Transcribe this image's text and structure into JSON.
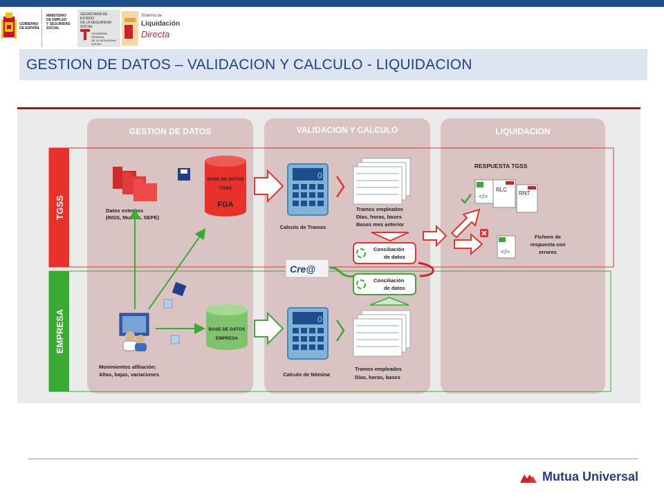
{
  "header": {
    "gov_line1": "GOBIERNO",
    "gov_line2": "DE ESPAÑA",
    "min_line1": "MINISTERIO",
    "min_line2": "DE EMPLEO",
    "min_line3": "Y SEGURIDAD SOCIAL",
    "sec_line1": "SECRETARÍA DE ESTADO",
    "sec_line2": "DE LA SEGURIDAD SOCIAL",
    "tgss_line1": "TESORERÍA GENERAL",
    "tgss_line2": "DE LA SEGURIDAD SOCIAL",
    "sld_line1": "Sistema de",
    "sld_line2": "Liquidación",
    "sld_line3": "Directa"
  },
  "page_title": "GESTION DE DATOS – VALIDACION Y CALCULO - LIQUIDACION",
  "diagram": {
    "columns": [
      "GESTION DE DATOS",
      "VALIDACION Y CALCULO",
      "LIQUIDACION"
    ],
    "rows": [
      "TGSS",
      "EMPRESA"
    ],
    "datos_externos_1": "Datos externos",
    "datos_externos_2": "(INSS, Mutuas, SEPE)",
    "bd_tgss_1": "BASE DE DATOS",
    "bd_tgss_2": "TGSS",
    "fga": "FGA",
    "calc_tramos": "Calculo de Tramos",
    "tramos_tgss_1": "Tramos empleados",
    "tramos_tgss_2": "Días, horas, bases",
    "tramos_tgss_3": "Bases mes anterior",
    "conc1_1": "Conciliación",
    "conc1_2": "de datos",
    "conc2_1": "Conciliación",
    "conc2_2": "de datos",
    "crea": "Cre@",
    "respuesta": "RESPUESTA TGSS",
    "rlc": "RLC",
    "rnt": "RNT",
    "fichero_1": "Fichero de",
    "fichero_2": "respuesta con",
    "fichero_3": "errores",
    "mov_1": "Movimientos afiliación:",
    "mov_2": "Altas, bajas, variaciones",
    "bd_emp_1": "BASE DE DATOS",
    "bd_emp_2": "EMPRESA",
    "calc_nomina": "Calculo de Nómina",
    "tramos_emp_1": "Tramos empleados",
    "tramos_emp_2": "Días, horas, bases"
  },
  "footer": {
    "brand": "Mutua Universal"
  },
  "colors": {
    "brand_blue": "#1f4e8c",
    "title_text": "#1f3f8a",
    "tgss_red": "#e8312a",
    "empresa_green": "#3aaa35",
    "column_fill": "#d9c3c3"
  }
}
